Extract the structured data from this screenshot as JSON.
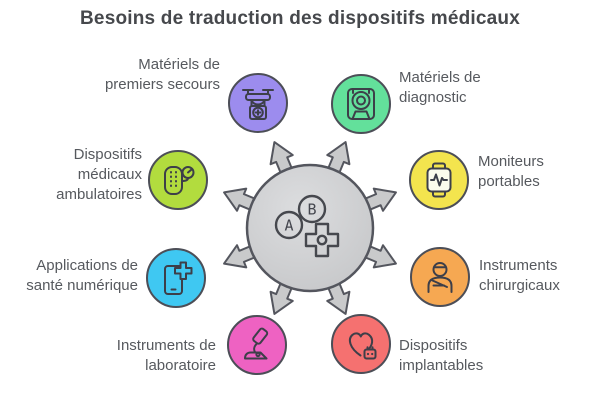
{
  "title": "Besoins de traduction des dispositifs médicaux",
  "center": {
    "button_a": "A",
    "button_b": "B",
    "hub_fill": "#d0d1d3",
    "arrow_fill": "#c9cacb",
    "outline": "#54565e"
  },
  "nodes": [
    {
      "label": "Matériels de premiers secours",
      "icon": "drone-first-aid-icon",
      "color": "#9c8cee"
    },
    {
      "label": "Matériels de diagnostic",
      "icon": "ct-scanner-icon",
      "color": "#63e09b"
    },
    {
      "label": "Dispositifs médicaux ambulatoires",
      "icon": "blood-pressure-monitor-icon",
      "color": "#b2dc3e"
    },
    {
      "label": "Moniteurs portables",
      "icon": "smartwatch-monitor-icon",
      "color": "#f3e44e"
    },
    {
      "label": "Applications de santé numérique",
      "icon": "health-app-phone-icon",
      "color": "#3fc8f2"
    },
    {
      "label": "Instruments chirurgicaux",
      "icon": "surgeon-icon",
      "color": "#f6a852"
    },
    {
      "label": "Instruments de laboratoire",
      "icon": "microscope-icon",
      "color": "#ee62c2"
    },
    {
      "label": "Dispositifs implantables",
      "icon": "implantable-heart-icon",
      "color": "#f57170"
    }
  ]
}
